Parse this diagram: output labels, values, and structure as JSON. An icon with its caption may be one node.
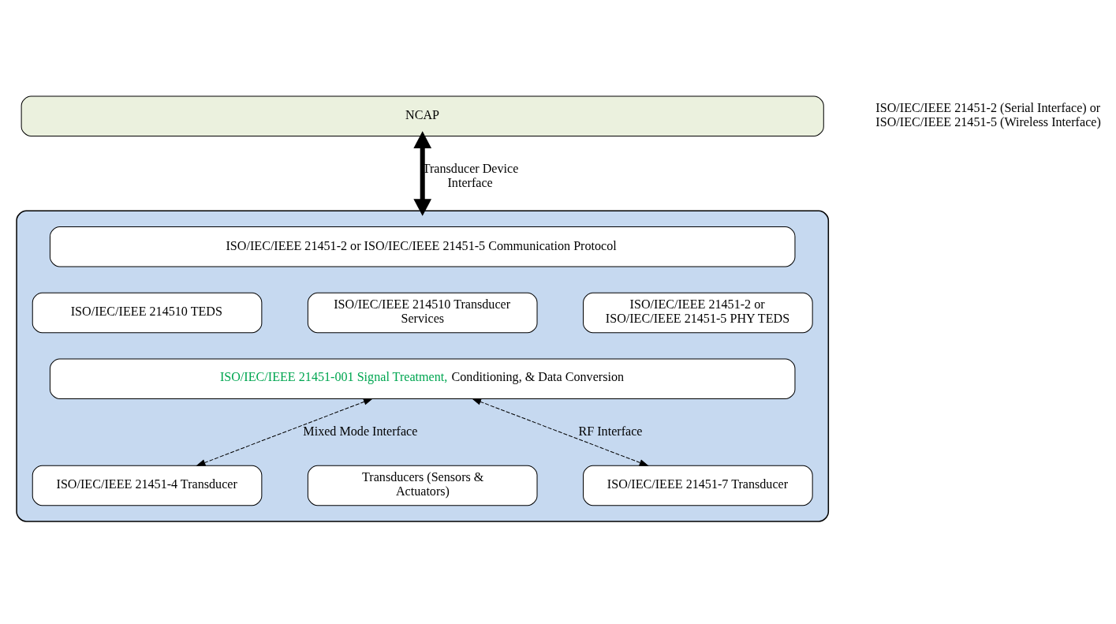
{
  "diagram": {
    "nodes": [
      {
        "text": [
          "NCAP"
        ]
      },
      {
        "text": [],
        "shape": "box"
      },
      {
        "text": [
          "ISO/IEC/IEEE 21451-2 or ISO/IEC/IEEE 21451-5 Communication Protocol"
        ],
        "in": 1
      },
      {
        "text": [
          "ISO/IEC/IEEE 214510 TEDS"
        ],
        "in": 1
      },
      {
        "text": [
          "ISO/IEC/IEEE 214510 Transducer Services"
        ],
        "in": 1
      },
      {
        "text": [
          "ISO/IEC/IEEE 21451-2 or ISO/IEC/IEEE 21451-5 PHY TEDS"
        ],
        "in": 1
      },
      {
        "text": [
          "ISO/IEC/IEEE 21451-001 Signal Treatment,",
          "Conditioning, & Data Conversion"
        ],
        "in": 1
      },
      {
        "text": [
          "ISO/IEC/IEEE 21451-4 Transducer"
        ],
        "in": 1
      },
      {
        "text": [
          "Transducers (Sensors & Actuators)"
        ],
        "in": 1
      },
      {
        "text": [
          "ISO/IEC/IEEE 21451-7 Transducer"
        ],
        "in": 1
      }
    ],
    "edges": [
      {
        "from": 0,
        "to": 1,
        "arrow": "both",
        "style": "thick",
        "label": "Transducer Device Interface"
      },
      {
        "from": 6,
        "to": 7,
        "arrow": "both",
        "style": "dashed",
        "label": "Mixed Mode Interface"
      },
      {
        "from": 6,
        "to": 9,
        "arrow": "both",
        "style": "dashed",
        "label": "RF Interface"
      }
    ],
    "labels": [
      "ISO/IEC/IEEE 21451-2 (Serial Interface) or ISO/IEC/IEEE 21451-5 (Wireless Interface)"
    ]
  }
}
